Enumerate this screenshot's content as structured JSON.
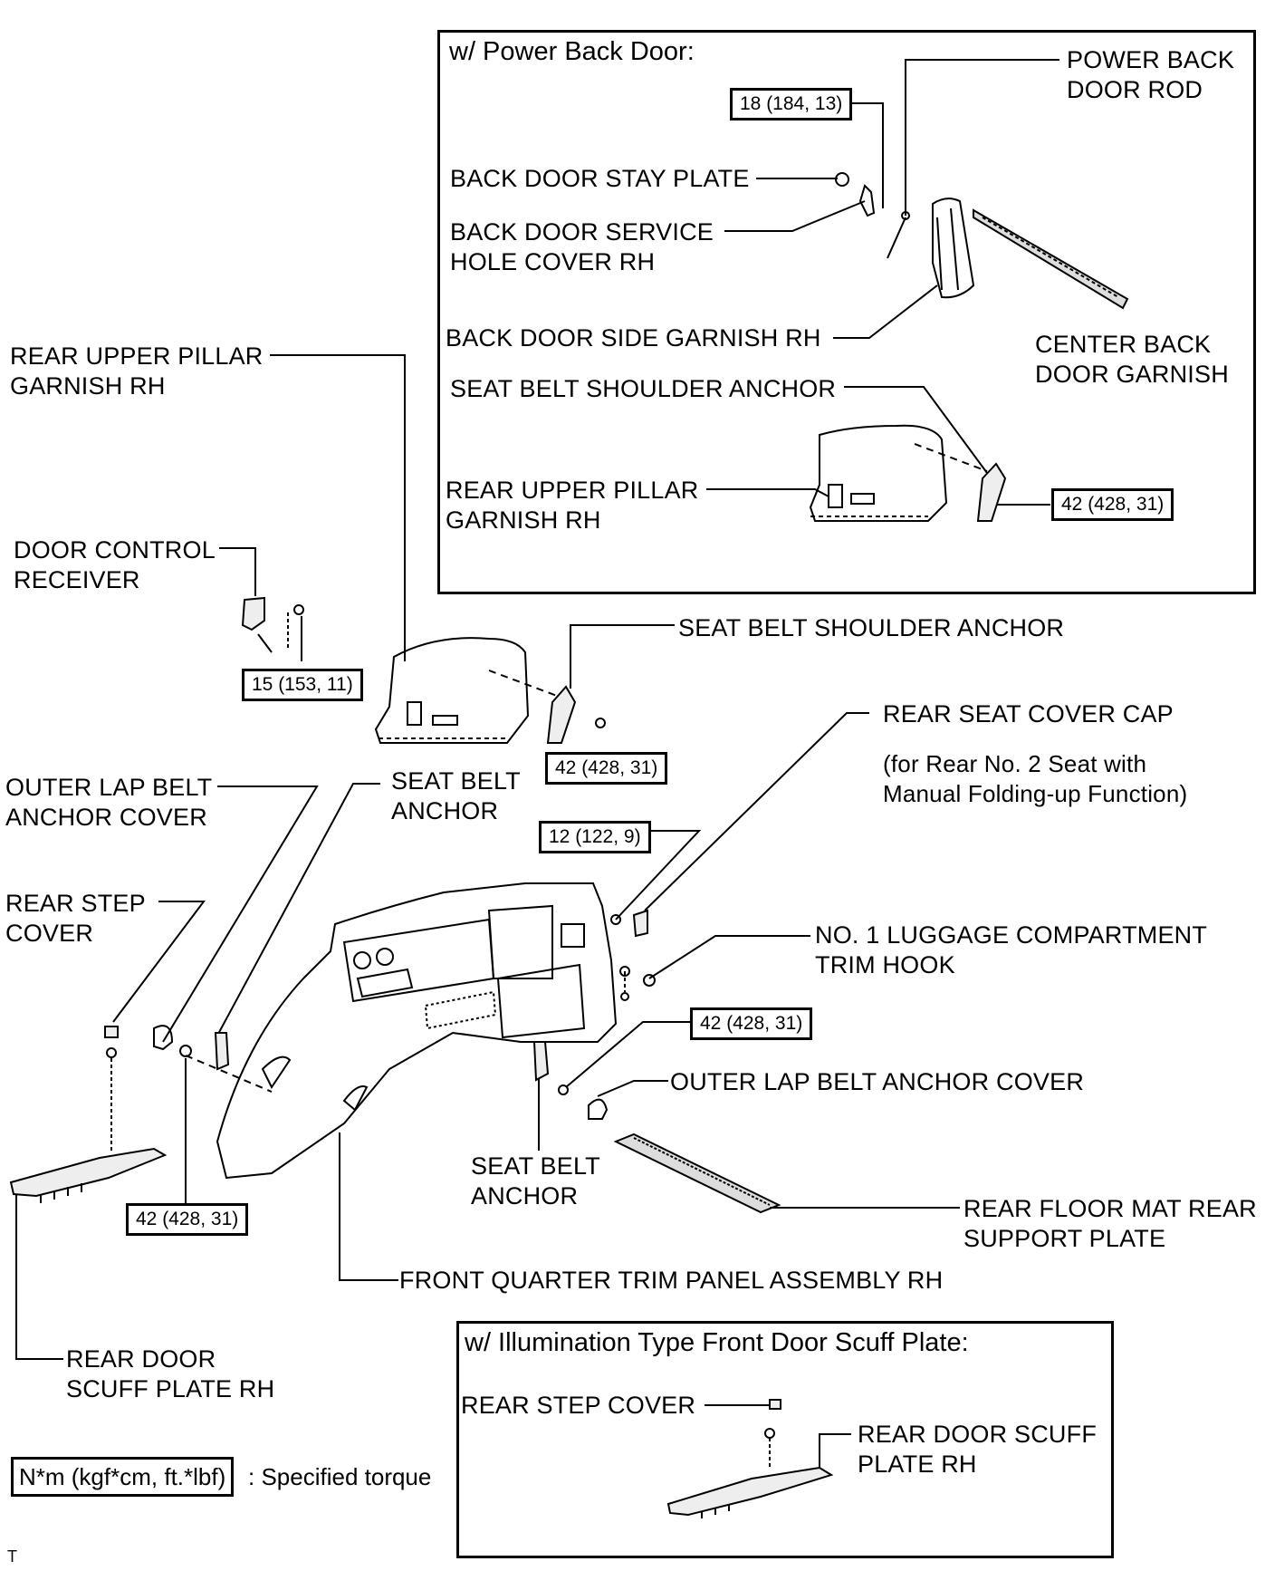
{
  "inset_power_back_door": {
    "title": "w/ Power Back Door:",
    "labels": {
      "power_back_door_rod": "POWER BACK\nDOOR ROD",
      "back_door_stay_plate": "BACK DOOR STAY PLATE",
      "back_door_service_hole_cover": "BACK DOOR SERVICE\nHOLE COVER RH",
      "back_door_side_garnish": "BACK DOOR SIDE GARNISH RH",
      "center_back_door_garnish": "CENTER BACK\nDOOR GARNISH",
      "seat_belt_shoulder_anchor": "SEAT BELT SHOULDER ANCHOR",
      "rear_upper_pillar_garnish": "REAR UPPER PILLAR\nGARNISH RH"
    },
    "torques": {
      "rod_torque": "18 (184, 13)",
      "anchor_torque": "42 (428, 31)"
    }
  },
  "main": {
    "labels": {
      "rear_upper_pillar_garnish": "REAR UPPER PILLAR\nGARNISH RH",
      "door_control_receiver": "DOOR CONTROL\nRECEIVER",
      "seat_belt_shoulder_anchor": "SEAT BELT SHOULDER ANCHOR",
      "rear_seat_cover_cap": "REAR SEAT COVER CAP",
      "rear_seat_cover_cap_note": "(for Rear No. 2 Seat with\nManual Folding-up Function)",
      "outer_lap_belt_anchor_cover_left": "OUTER LAP BELT\nANCHOR COVER",
      "seat_belt_anchor_upper": "SEAT BELT\nANCHOR",
      "rear_step_cover": "REAR STEP\nCOVER",
      "no1_luggage_trim_hook": "NO. 1 LUGGAGE COMPARTMENT\nTRIM HOOK",
      "outer_lap_belt_anchor_cover_right": "OUTER LAP BELT ANCHOR COVER",
      "seat_belt_anchor_lower": "SEAT BELT\nANCHOR",
      "rear_floor_mat_support_plate": "REAR FLOOR MAT REAR\nSUPPORT PLATE",
      "front_quarter_trim_panel": "FRONT QUARTER TRIM PANEL ASSEMBLY RH",
      "rear_door_scuff_plate": "REAR DOOR\nSCUFF PLATE RH"
    },
    "torques": {
      "receiver_torque": "15 (153, 11)",
      "shoulder_anchor_torque": "42 (428, 31)",
      "cover_cap_torque": "12 (122, 9)",
      "lower_anchor_torque": "42 (428, 31)",
      "left_anchor_torque": "42 (428, 31)"
    }
  },
  "inset_illumination": {
    "title": "w/ Illumination Type Front Door Scuff Plate:",
    "labels": {
      "rear_step_cover": "REAR STEP COVER",
      "rear_door_scuff_plate": "REAR DOOR SCUFF\nPLATE RH"
    }
  },
  "legend": {
    "unit_box": "N*m (kgf*cm, ft.*lbf)",
    "text": ": Specified torque"
  },
  "corner_mark": "T"
}
